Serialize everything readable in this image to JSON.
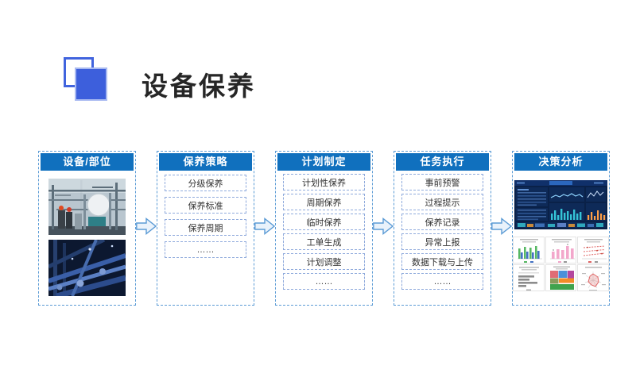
{
  "page": {
    "title": "设备保养"
  },
  "logo": {
    "icon": "overlapping-squares-icon",
    "color": "#3D5FDC"
  },
  "flow": {
    "columns": [
      {
        "header": "设备/部位",
        "images": [
          "industrial-plant-workers-photo",
          "industrial-pipes-night-photo"
        ]
      },
      {
        "header": "保养策略",
        "items": [
          "分级保养",
          "保养标准",
          "保养周期",
          "……"
        ]
      },
      {
        "header": "计划制定",
        "items": [
          "计划性保养",
          "周期保养",
          "临时保养",
          "工单生成",
          "计划调整",
          "……"
        ]
      },
      {
        "header": "任务执行",
        "items": [
          "事前预警",
          "过程提示",
          "保养记录",
          "异常上报",
          "数据下载与上传",
          "……"
        ]
      },
      {
        "header": "决策分析",
        "images": [
          "bi-dashboard-screenshot",
          "report-chart-thumbnails"
        ]
      }
    ],
    "arrow_icon": "right-block-arrow-icon"
  },
  "colors": {
    "header_blue": "#1070BE",
    "column_border": "#5B9BD5",
    "item_border": "#8FAADC",
    "logo_blue": "#3D5FDC",
    "arrow_fill": "#E9F2FB",
    "arrow_stroke": "#5B9BD5",
    "title_text": "#262626"
  }
}
